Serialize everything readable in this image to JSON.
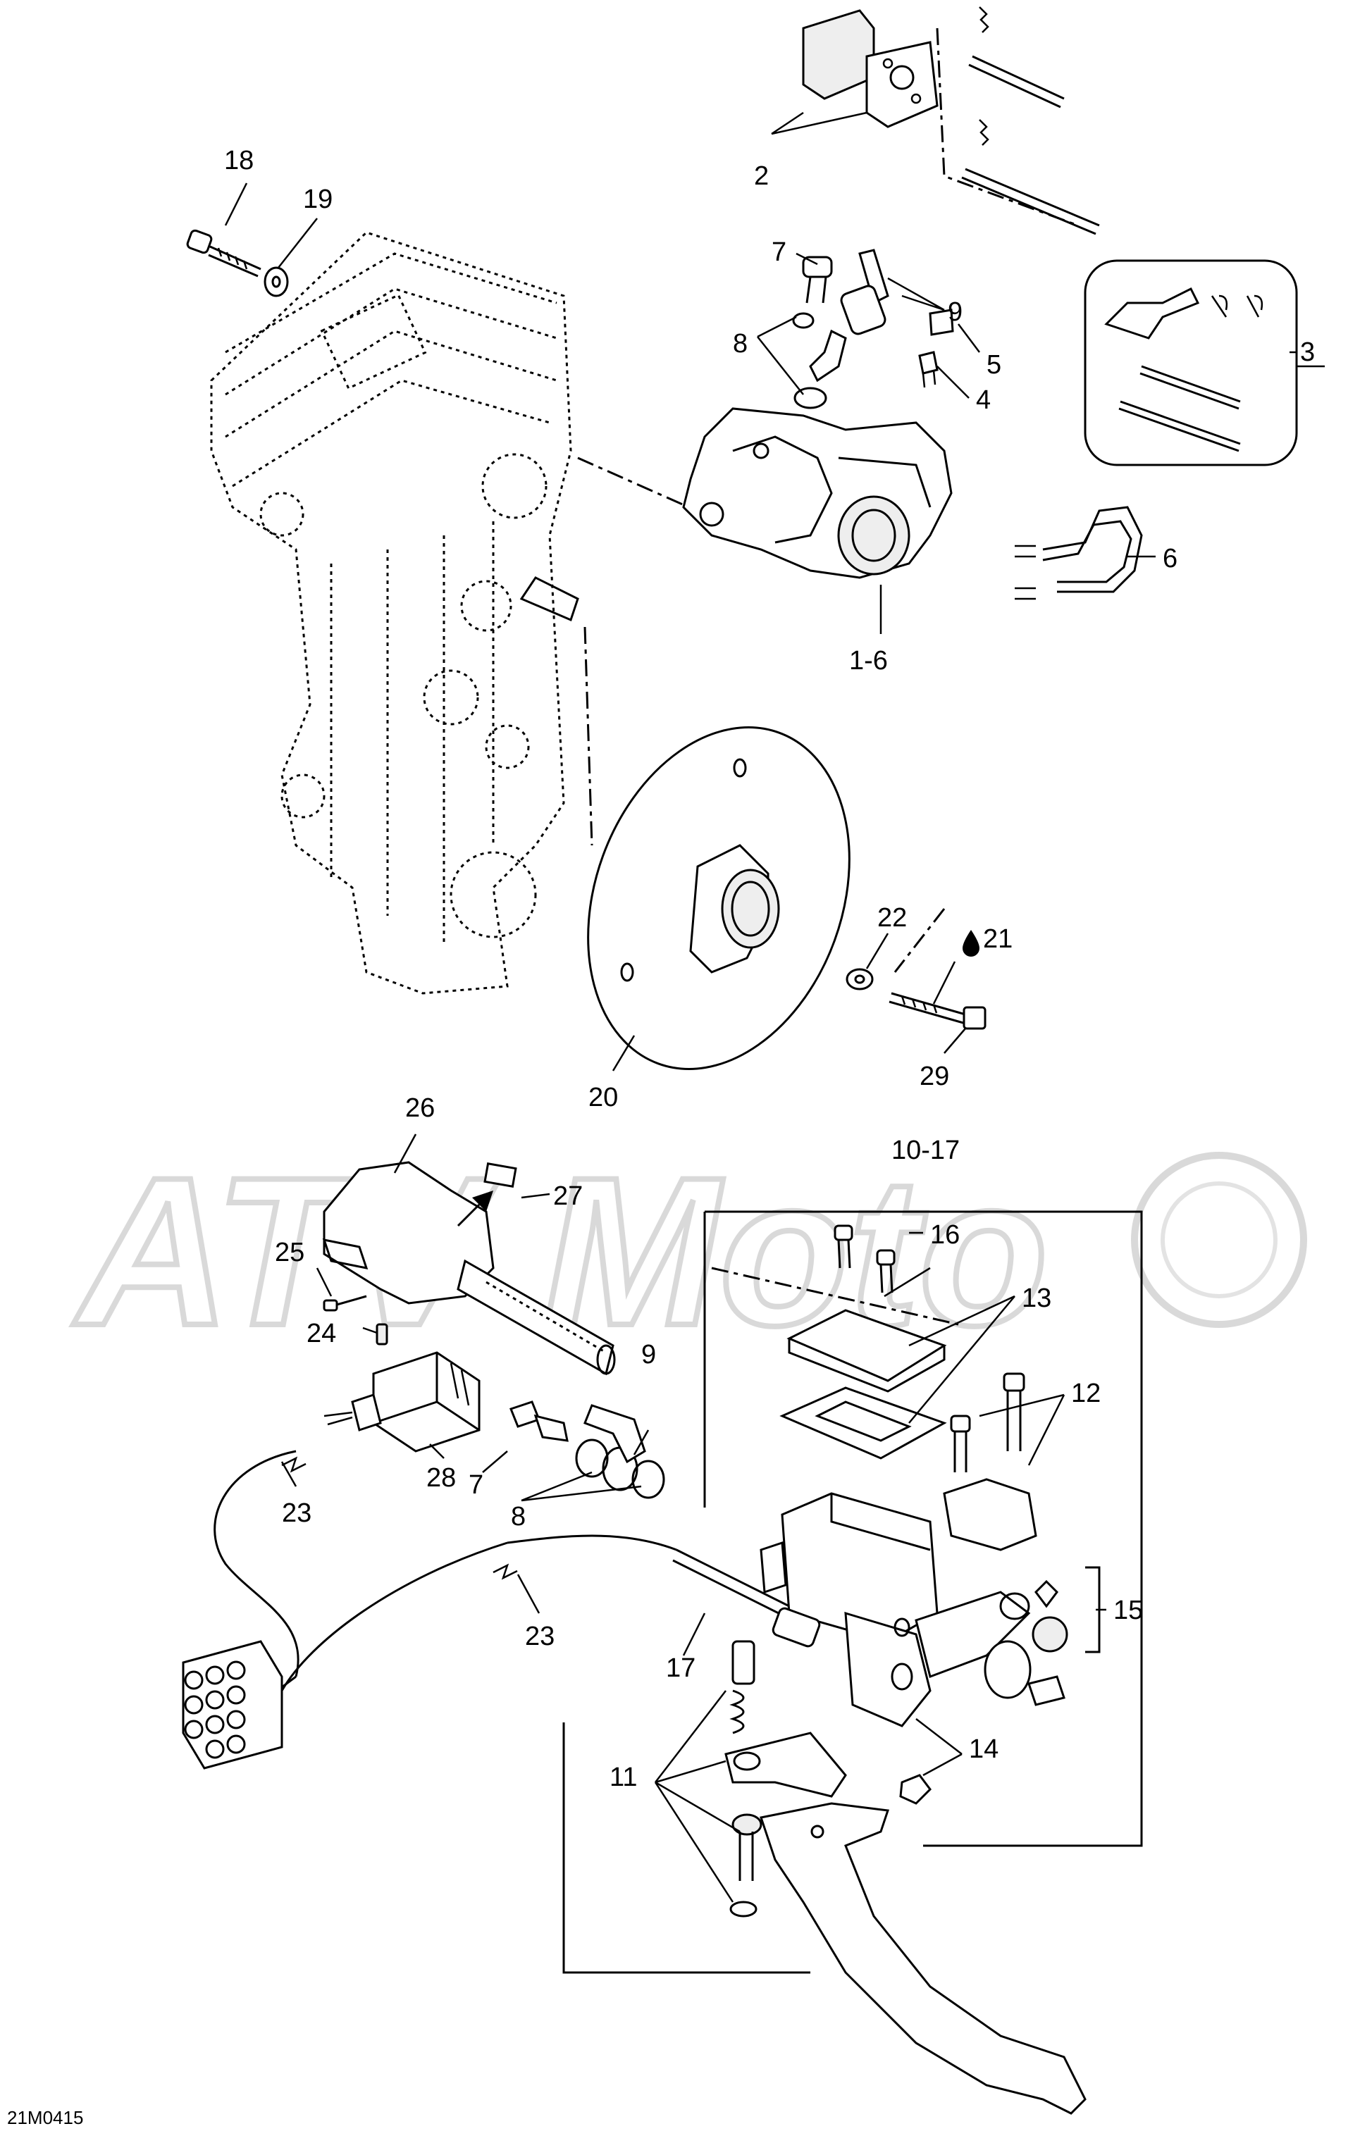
{
  "drawing_code": "21M0415",
  "watermark": "ATV Moto",
  "callouts": {
    "c1_6": "1-6",
    "c2": "2",
    "c3": "3",
    "c4": "4",
    "c5": "5",
    "c6": "6",
    "c7a": "7",
    "c8a": "8",
    "c9a": "9",
    "c10_17": "10-17",
    "c11": "11",
    "c12": "12",
    "c13": "13",
    "c14": "14",
    "c15": "15",
    "c16": "16",
    "c17": "17",
    "c18": "18",
    "c19": "19",
    "c20": "20",
    "c21": "21",
    "c22": "22",
    "c23a": "23",
    "c23b": "23",
    "c24": "24",
    "c25": "25",
    "c26": "26",
    "c27": "27",
    "c28": "28",
    "c29": "29",
    "c7b": "7",
    "c8b": "8",
    "c9b": "9"
  },
  "icons": {
    "oil_drop": "oil-drop-icon"
  }
}
